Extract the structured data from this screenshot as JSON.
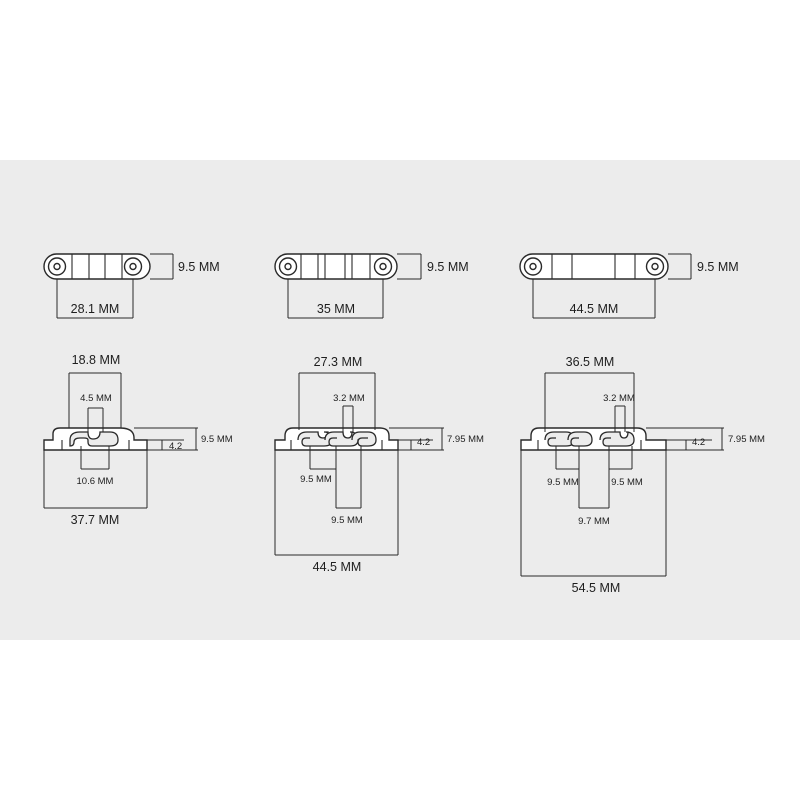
{
  "top_views": [
    {
      "width_label": "28.1 MM",
      "height_label": "9.5 MM"
    },
    {
      "width_label": "35 MM",
      "height_label": "9.5 MM"
    },
    {
      "width_label": "44.5 MM",
      "height_label": "9.5 MM"
    }
  ],
  "profiles": [
    {
      "top_span": "18.8 MM",
      "slot_width": "4.5 MM",
      "inner_width": "10.6 MM",
      "total_width": "37.7 MM",
      "step": "4.2",
      "height": "9.5 MM"
    },
    {
      "top_span": "27.3 MM",
      "slot_width": "3.2 MM",
      "inner_left": "9.5 MM",
      "inner_right": "9.5 MM",
      "total_width": "44.5 MM",
      "step": "4.2",
      "height": "7.95 MM"
    },
    {
      "top_span": "36.5 MM",
      "slot_width": "3.2 MM",
      "inner_left": "9.5 MM",
      "inner_right": "9.5 MM",
      "inner_mid": "9.7 MM",
      "total_width": "54.5 MM",
      "step": "4.2",
      "height": "7.95 MM"
    }
  ]
}
